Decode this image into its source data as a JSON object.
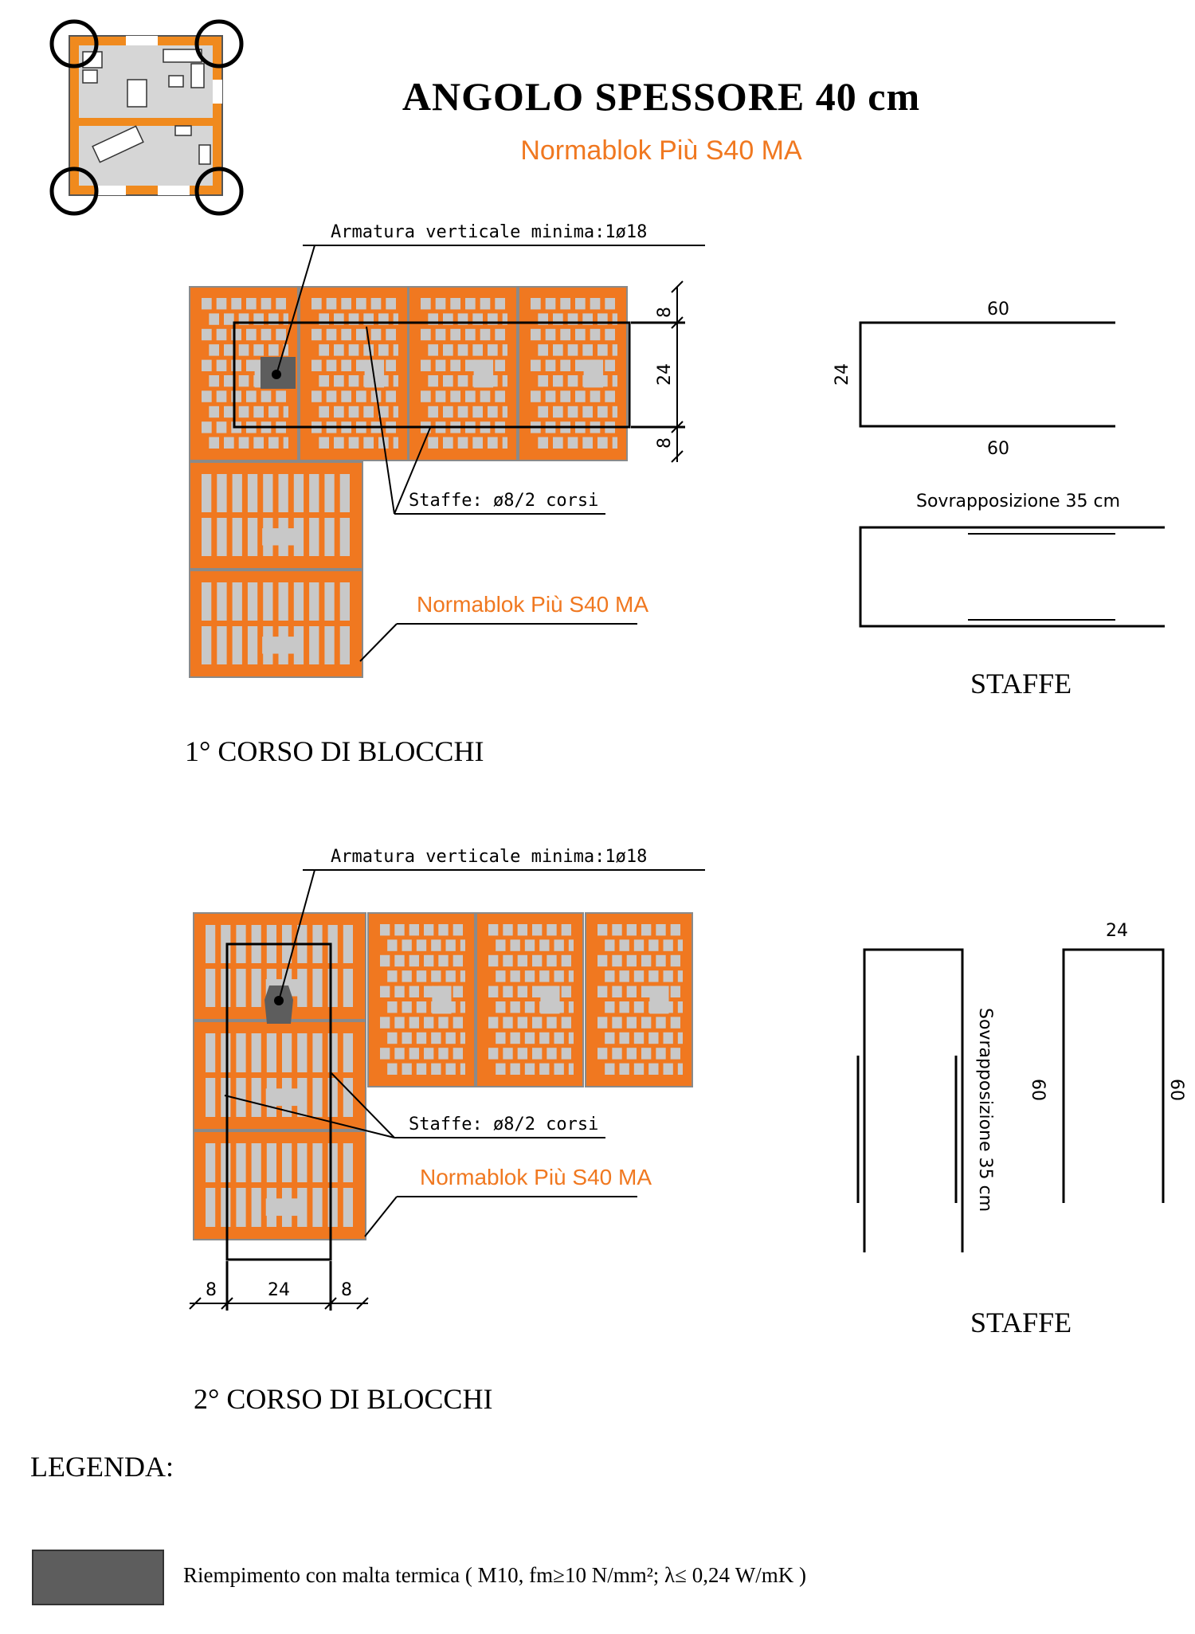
{
  "header": {
    "title": "ANGOLO  SPESSORE 40 cm",
    "subtitle": "Normablok Più S40 MA"
  },
  "section1": {
    "caption": "1° CORSO DI BLOCCHI",
    "rebar_label": "Armatura verticale minima:1ø18",
    "stirrup_label": "Staffe: ø8/2 corsi",
    "block_label": "Normablok Più S40 MA",
    "dims": [
      "8",
      "24",
      "8"
    ],
    "staffe_title": "STAFFE",
    "staffe_dims": {
      "top": "60",
      "side": "24",
      "bottom": "60"
    },
    "overlap_label": "Sovrapposizione 35 cm"
  },
  "section2": {
    "caption": "2° CORSO DI BLOCCHI",
    "rebar_label": "Armatura verticale minima:1ø18",
    "stirrup_label": "Staffe: ø8/2 corsi",
    "block_label": "Normablok Più S40 MA",
    "dims": [
      "8",
      "24",
      "8"
    ],
    "staffe_title": "STAFFE",
    "staffe_dims": {
      "left_side": "60",
      "top": "24",
      "right_side": "60"
    },
    "overlap_label": "Sovrapposizione 35 cm"
  },
  "legend": {
    "title": "LEGENDA:",
    "items": [
      {
        "text": "Riempimento con malta termica ( M10, fm≥10 N/mm²; λ≤ 0,24 W/mK )",
        "color": "#5d5d5d"
      }
    ]
  },
  "colors": {
    "block_orange": "#f07820",
    "hole_gray": "#c8c8c8",
    "mortar_gray": "#5d5d5d",
    "plan_wall": "#f08a1e",
    "plan_floor": "#d6d6d6"
  },
  "icons": [
    "floor-plan-icon",
    "corner-marker-icon"
  ]
}
